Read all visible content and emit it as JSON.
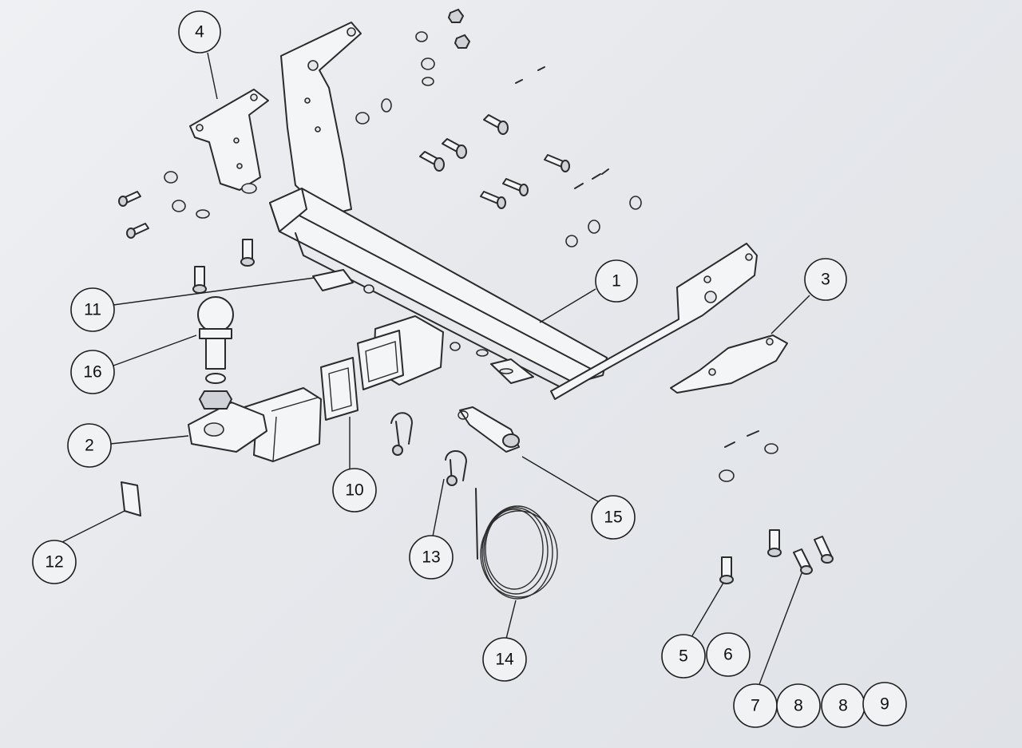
{
  "callouts": {
    "c1": "1",
    "c2": "2",
    "c3": "3",
    "c4": "4",
    "c5": "5",
    "c6": "6",
    "c7": "7",
    "c8a": "8",
    "c8b": "8",
    "c9": "9",
    "c10": "10",
    "c11": "11",
    "c12": "12",
    "c13": "13",
    "c14": "14",
    "c15": "15",
    "c16": "16"
  },
  "colors": {
    "ink": "#2b2b2b",
    "paper": "#e9ebef"
  }
}
